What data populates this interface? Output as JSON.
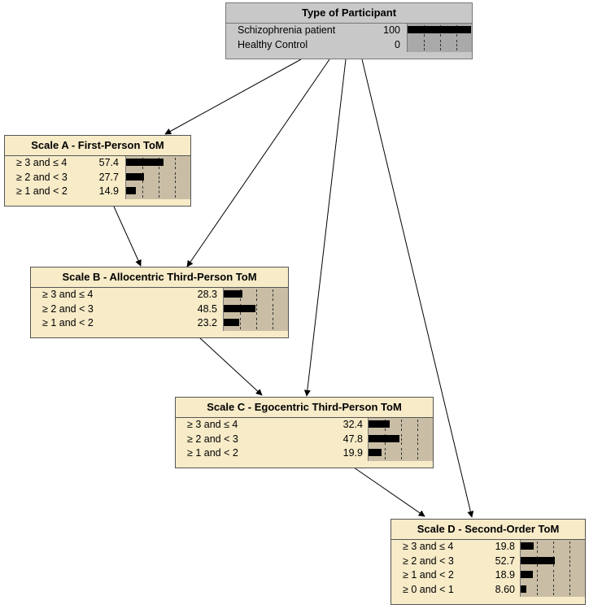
{
  "nodes": [
    {
      "id": "type",
      "title": "Type of Participant",
      "states": [
        {
          "label": "Schizophrenia patient",
          "value": "100",
          "prob": 1.0
        },
        {
          "label": "Healthy Control",
          "value": "0",
          "prob": 0.0
        }
      ]
    },
    {
      "id": "a",
      "title": "Scale A - First-Person ToM",
      "states": [
        {
          "label": "≥ 3 and ≤ 4",
          "value": "57.4",
          "prob": 0.574
        },
        {
          "label": "≥ 2 and < 3",
          "value": "27.7",
          "prob": 0.277
        },
        {
          "label": "≥ 1 and < 2",
          "value": "14.9",
          "prob": 0.149
        }
      ]
    },
    {
      "id": "b",
      "title": "Scale B - Allocentric Third-Person ToM",
      "states": [
        {
          "label": "≥ 3 and ≤ 4",
          "value": "28.3",
          "prob": 0.283
        },
        {
          "label": "≥ 2 and < 3",
          "value": "48.5",
          "prob": 0.485
        },
        {
          "label": "≥ 1 and < 2",
          "value": "23.2",
          "prob": 0.232
        }
      ]
    },
    {
      "id": "c",
      "title": "Scale C - Egocentric Third-Person ToM",
      "states": [
        {
          "label": "≥ 3 and ≤ 4",
          "value": "32.4",
          "prob": 0.324
        },
        {
          "label": "≥ 2 and < 3",
          "value": "47.8",
          "prob": 0.478
        },
        {
          "label": "≥ 1 and < 2",
          "value": "19.9",
          "prob": 0.199
        }
      ]
    },
    {
      "id": "d",
      "title": "Scale D - Second-Order ToM",
      "states": [
        {
          "label": "≥ 3 and ≤ 4",
          "value": "19.8",
          "prob": 0.198
        },
        {
          "label": "≥ 2 and < 3",
          "value": "52.7",
          "prob": 0.527
        },
        {
          "label": "≥ 1 and < 2",
          "value": "18.9",
          "prob": 0.189
        },
        {
          "label": "≥ 0 and < 1",
          "value": "8.60",
          "prob": 0.086
        }
      ]
    }
  ],
  "edges": [
    {
      "from": "type",
      "to": "a"
    },
    {
      "from": "type",
      "to": "b"
    },
    {
      "from": "type",
      "to": "c"
    },
    {
      "from": "type",
      "to": "d"
    },
    {
      "from": "a",
      "to": "b"
    },
    {
      "from": "b",
      "to": "c"
    },
    {
      "from": "c",
      "to": "d"
    }
  ]
}
